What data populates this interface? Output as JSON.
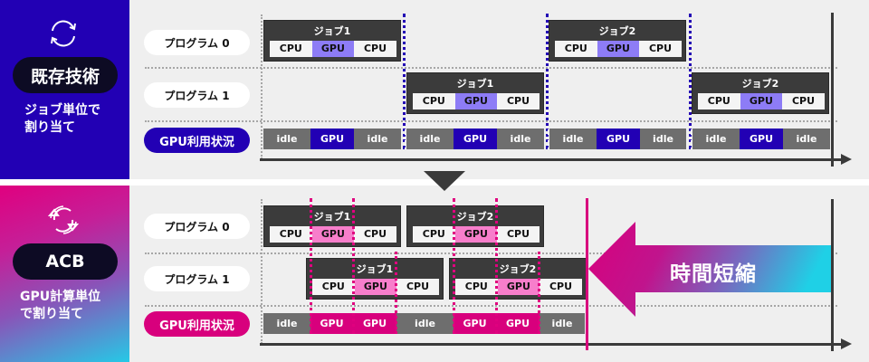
{
  "top_section": {
    "badge": "既存技術",
    "description_lines": [
      "ジョブ単位で",
      "割り当て"
    ],
    "icon": "refresh-cycle-icon",
    "color": "#2200b4",
    "rows": {
      "program0": "プログラム 0",
      "program1": "プログラム 1",
      "gpu_usage": "GPU利用状況"
    },
    "jobs": [
      {
        "row": "program0",
        "title": "ジョブ1",
        "cells": [
          "CPU",
          "GPU",
          "CPU"
        ]
      },
      {
        "row": "program1",
        "title": "ジョブ1",
        "cells": [
          "CPU",
          "GPU",
          "CPU"
        ]
      },
      {
        "row": "program0",
        "title": "ジョブ2",
        "cells": [
          "CPU",
          "GPU",
          "CPU"
        ]
      },
      {
        "row": "program1",
        "title": "ジョブ2",
        "cells": [
          "CPU",
          "GPU",
          "CPU"
        ]
      }
    ],
    "gpu_timeline": [
      "idle",
      "GPU",
      "idle",
      "idle",
      "GPU",
      "idle",
      "idle",
      "GPU",
      "idle",
      "idle",
      "GPU",
      "idle"
    ]
  },
  "transition_arrow": "down-arrow-icon",
  "bottom_section": {
    "badge": "ACB",
    "description_lines": [
      "GPU計算単位",
      "で割り当て"
    ],
    "icon": "refresh-fast-icon",
    "color": "#d8007d",
    "rows": {
      "program0": "プログラム 0",
      "program1": "プログラム 1",
      "gpu_usage": "GPU利用状況"
    },
    "jobs": [
      {
        "row": "program0",
        "title": "ジョブ1",
        "cells": [
          "CPU",
          "GPU",
          "CPU"
        ]
      },
      {
        "row": "program0",
        "title": "ジョブ2",
        "cells": [
          "CPU",
          "GPU",
          "CPU"
        ]
      },
      {
        "row": "program1",
        "title": "ジョブ1",
        "cells": [
          "CPU",
          "GPU",
          "CPU"
        ]
      },
      {
        "row": "program1",
        "title": "ジョブ2",
        "cells": [
          "CPU",
          "GPU",
          "CPU"
        ]
      }
    ],
    "gpu_timeline": [
      "idle",
      "GPU",
      "GPU",
      "idle",
      "GPU",
      "GPU",
      "idle"
    ],
    "time_saving_label": "時間短縮"
  }
}
